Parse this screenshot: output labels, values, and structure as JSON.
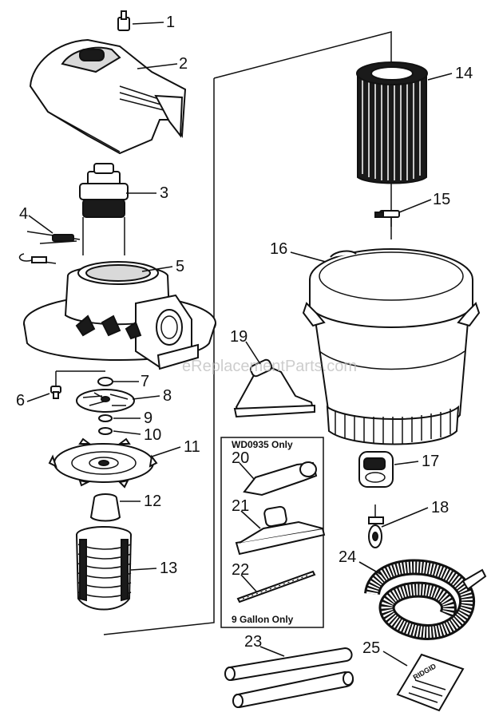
{
  "diagram": {
    "callouts": [
      "1",
      "2",
      "3",
      "4",
      "5",
      "6",
      "7",
      "8",
      "9",
      "10",
      "11",
      "12",
      "13",
      "14",
      "15",
      "16",
      "17",
      "18",
      "19",
      "20",
      "21",
      "22",
      "23",
      "24",
      "25"
    ],
    "accessory_box": {
      "top_label": "WD0935 Only",
      "bottom_label": "9 Gallon Only"
    },
    "watermark": "eReplacementParts.com",
    "manual_logo": "RIDGID"
  }
}
